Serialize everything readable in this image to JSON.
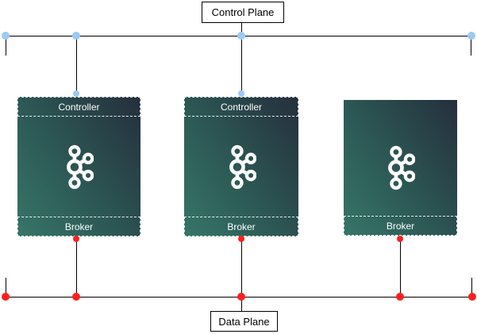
{
  "diagram": {
    "labels": {
      "control_plane": "Control Plane",
      "data_plane": "Data Plane"
    },
    "nodes": [
      {
        "has_controller": true,
        "controller_label": "Controller",
        "broker_label": "Broker",
        "icon": "kafka-icon"
      },
      {
        "has_controller": true,
        "controller_label": "Controller",
        "broker_label": "Broker",
        "icon": "kafka-icon"
      },
      {
        "has_controller": false,
        "broker_label": "Broker",
        "icon": "kafka-icon"
      }
    ],
    "colors": {
      "control_plane_dot": "#9cc9f5",
      "data_plane_dot": "#fb2020",
      "connector_line": "#000000",
      "node_border": "#ffffff",
      "node_gradient_start": "#377568",
      "node_gradient_end": "#242f3c",
      "section_text": "#ffffff",
      "label_text": "#000000"
    }
  }
}
